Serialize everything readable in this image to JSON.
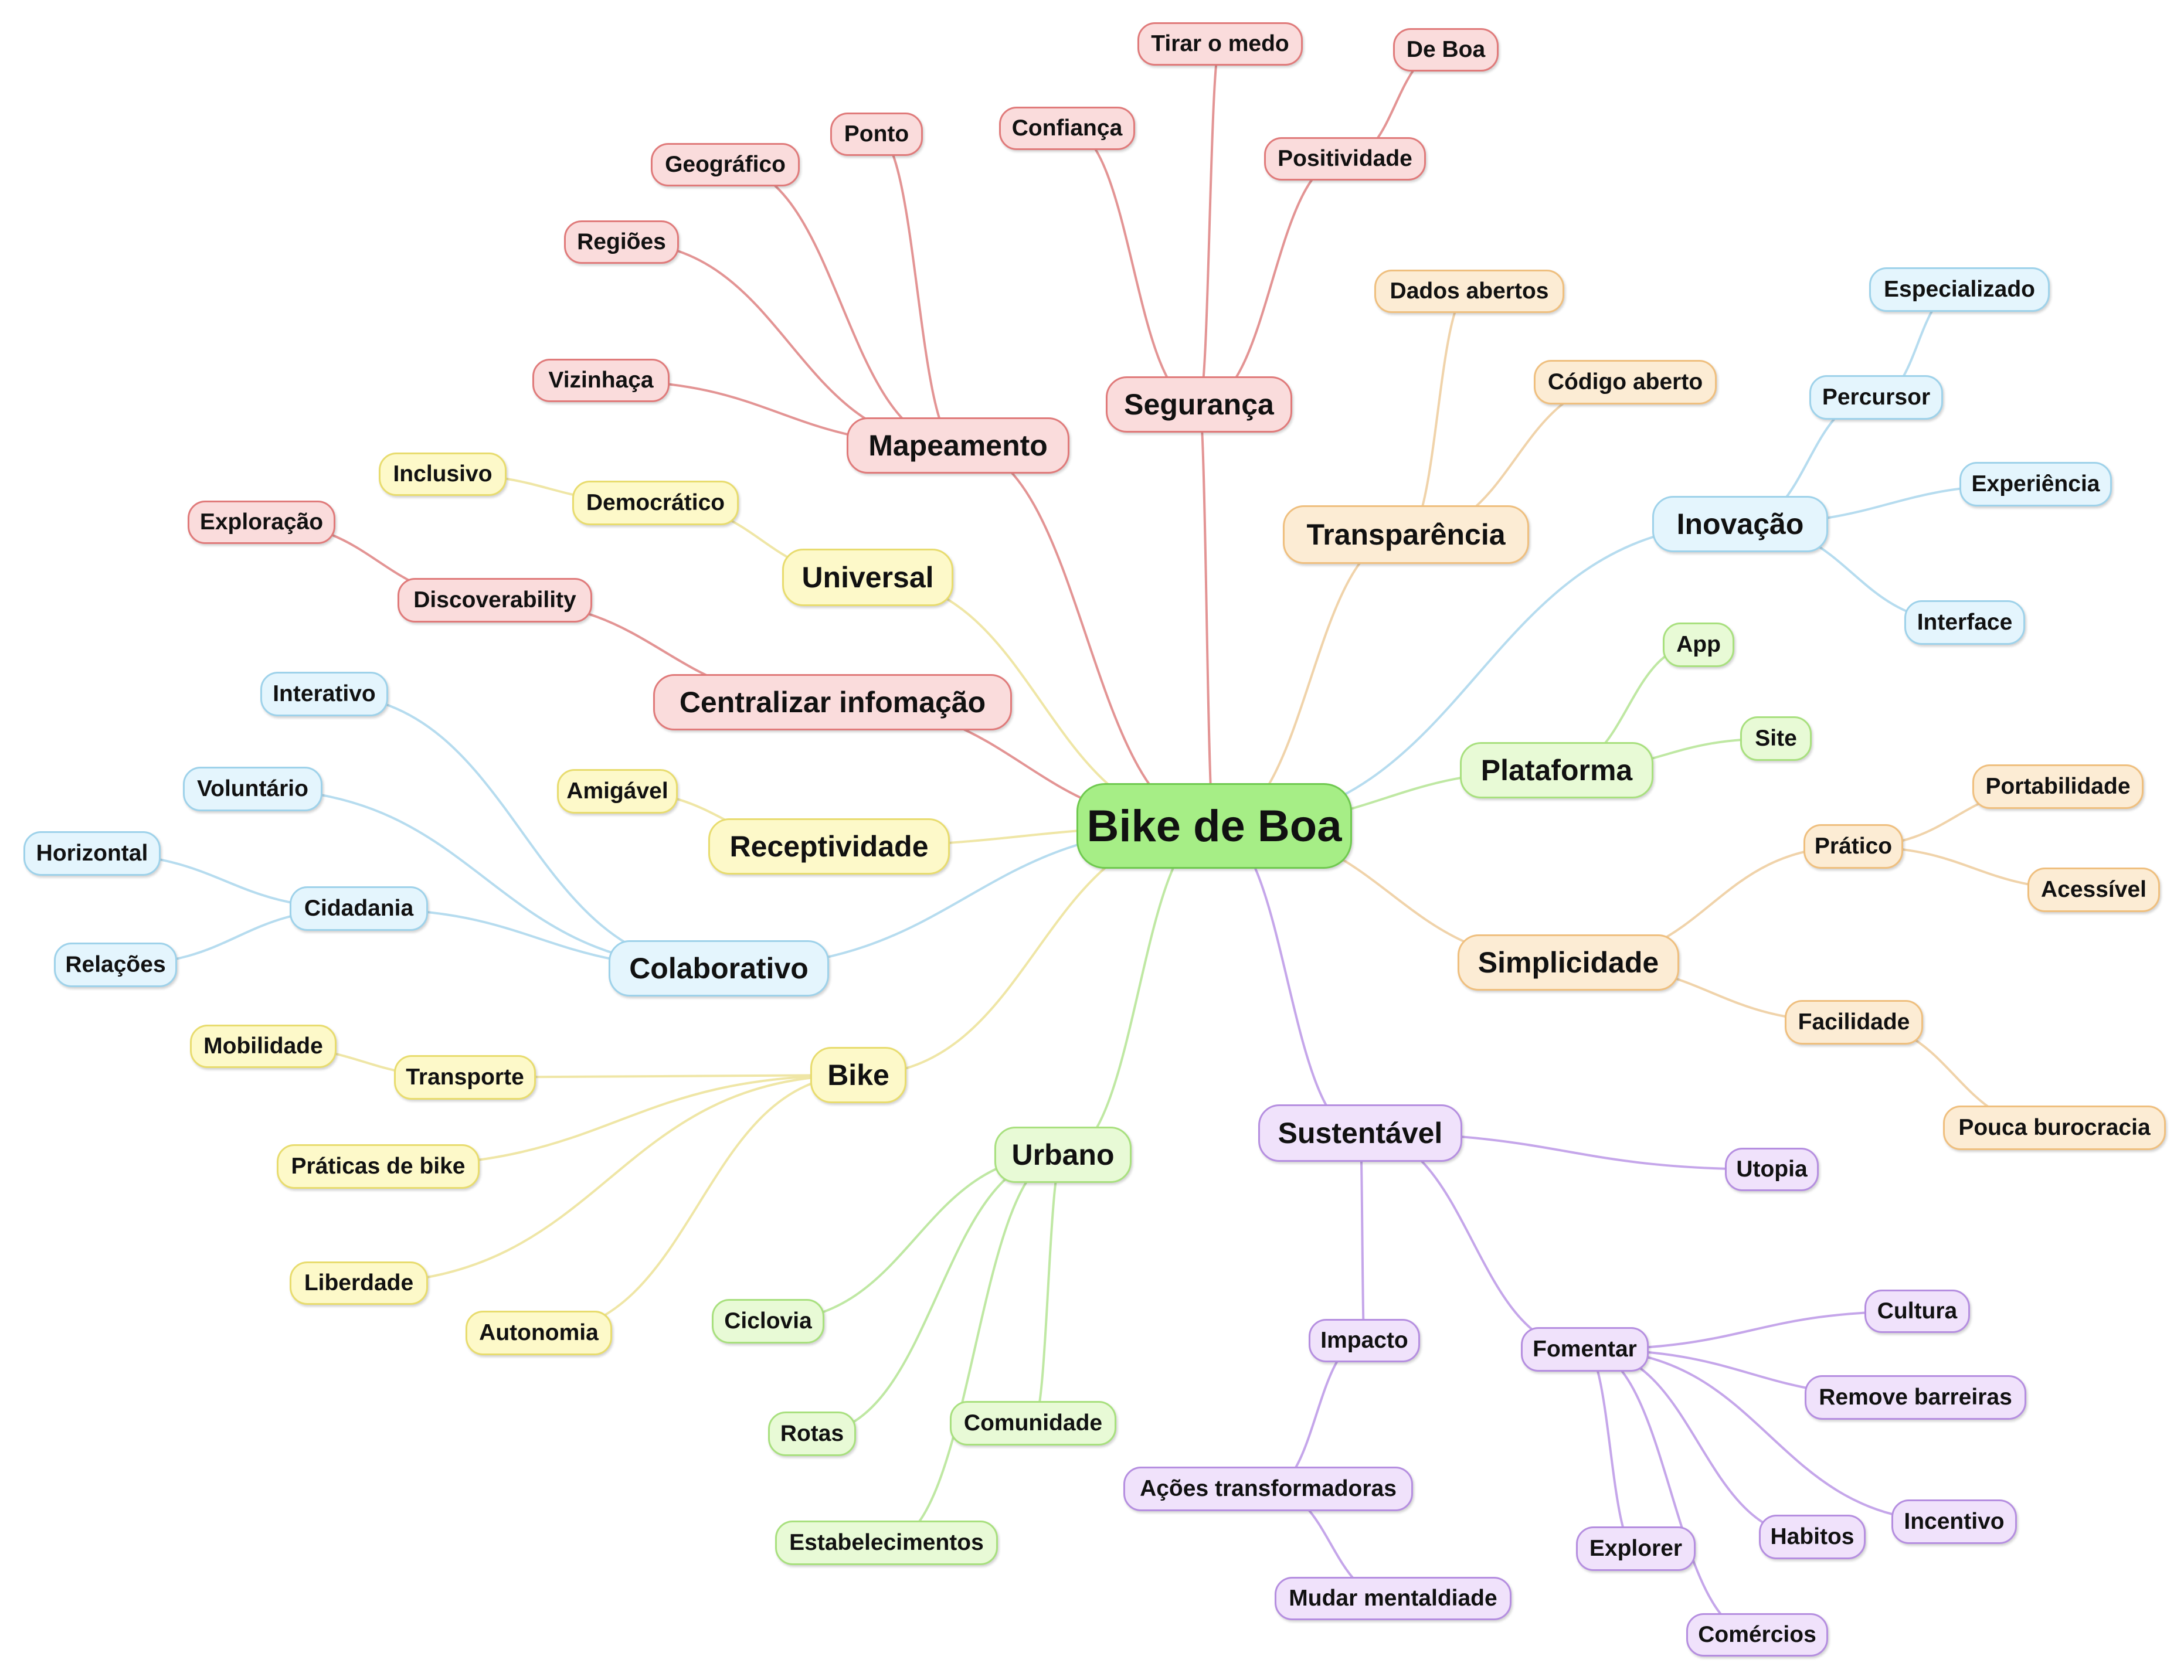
{
  "diagram": {
    "type": "mind-map",
    "colors": {
      "red": {
        "fill": "#fadcdc",
        "stroke": "#e07a7a",
        "line": "#e39494"
      },
      "yellow": {
        "fill": "#fdf9c9",
        "stroke": "#e8dc6e",
        "line": "#efe6a6"
      },
      "orange": {
        "fill": "#fcecd4",
        "stroke": "#efbf7e",
        "line": "#f0d3aa"
      },
      "blue": {
        "fill": "#e4f5fd",
        "stroke": "#9ed2ea",
        "line": "#b6dcef"
      },
      "green": {
        "fill": "#e8fad6",
        "stroke": "#a8e07e",
        "line": "#bfe8a3"
      },
      "purple": {
        "fill": "#f0e2fb",
        "stroke": "#b58ee0",
        "line": "#c5a6ea"
      },
      "root": {
        "fill": "#a6ee86",
        "stroke": "#6fc94f"
      }
    },
    "root": "Bike de Boa",
    "nodes": [
      {
        "id": "root",
        "label": "Bike de Boa"
      },
      {
        "id": "mapeamento",
        "label": "Mapeamento"
      },
      {
        "id": "seguranca",
        "label": "Segurança"
      },
      {
        "id": "transparencia",
        "label": "Transparência"
      },
      {
        "id": "inovacao",
        "label": "Inovação"
      },
      {
        "id": "plataforma",
        "label": "Plataforma"
      },
      {
        "id": "simplicidade",
        "label": "Simplicidade"
      },
      {
        "id": "sustentavel",
        "label": "Sustentável"
      },
      {
        "id": "urbano",
        "label": "Urbano"
      },
      {
        "id": "bike",
        "label": "Bike"
      },
      {
        "id": "colaborativo",
        "label": "Colaborativo"
      },
      {
        "id": "receptividade",
        "label": "Receptividade"
      },
      {
        "id": "centralizar",
        "label": "Centralizar infomação"
      },
      {
        "id": "universal",
        "label": "Universal"
      },
      {
        "id": "regioes",
        "label": "Regiões"
      },
      {
        "id": "geografico",
        "label": "Geográfico"
      },
      {
        "id": "ponto",
        "label": "Ponto"
      },
      {
        "id": "vizinhaca",
        "label": "Vizinhaça"
      },
      {
        "id": "confianca",
        "label": "Confiança"
      },
      {
        "id": "tirar",
        "label": "Tirar o medo"
      },
      {
        "id": "positividade",
        "label": "Positividade"
      },
      {
        "id": "deboa",
        "label": "De Boa"
      },
      {
        "id": "dados",
        "label": "Dados abertos"
      },
      {
        "id": "codigo",
        "label": "Código aberto"
      },
      {
        "id": "percursor",
        "label": "Percursor"
      },
      {
        "id": "especializado",
        "label": "Especializado"
      },
      {
        "id": "experiencia",
        "label": "Experiência"
      },
      {
        "id": "interface",
        "label": "Interface"
      },
      {
        "id": "app",
        "label": "App"
      },
      {
        "id": "site",
        "label": "Site"
      },
      {
        "id": "pratico",
        "label": "Prático"
      },
      {
        "id": "portabilidade",
        "label": "Portabilidade"
      },
      {
        "id": "acessivel",
        "label": "Acessível"
      },
      {
        "id": "facilidade",
        "label": "Facilidade"
      },
      {
        "id": "burocracia",
        "label": "Pouca burocracia"
      },
      {
        "id": "utopia",
        "label": "Utopia"
      },
      {
        "id": "impacto",
        "label": "Impacto"
      },
      {
        "id": "acoes",
        "label": "Ações transformadoras"
      },
      {
        "id": "mudar",
        "label": "Mudar mentaldiade"
      },
      {
        "id": "fomentar",
        "label": "Fomentar"
      },
      {
        "id": "cultura",
        "label": "Cultura"
      },
      {
        "id": "remove",
        "label": "Remove barreiras"
      },
      {
        "id": "incentivo",
        "label": "Incentivo"
      },
      {
        "id": "habitos",
        "label": "Habitos"
      },
      {
        "id": "comercios",
        "label": "Comércios"
      },
      {
        "id": "explorer",
        "label": "Explorer"
      },
      {
        "id": "ciclovia",
        "label": "Ciclovia"
      },
      {
        "id": "rotas",
        "label": "Rotas"
      },
      {
        "id": "comunidade",
        "label": "Comunidade"
      },
      {
        "id": "estabelecimentos",
        "label": "Estabelecimentos"
      },
      {
        "id": "transporte",
        "label": "Transporte"
      },
      {
        "id": "mobilidade",
        "label": "Mobilidade"
      },
      {
        "id": "praticas",
        "label": "Práticas de bike"
      },
      {
        "id": "liberdade",
        "label": "Liberdade"
      },
      {
        "id": "autonomia",
        "label": "Autonomia"
      },
      {
        "id": "interativo",
        "label": "Interativo"
      },
      {
        "id": "voluntario",
        "label": "Voluntário"
      },
      {
        "id": "cidadania",
        "label": "Cidadania"
      },
      {
        "id": "horizontal",
        "label": "Horizontal"
      },
      {
        "id": "relacoes",
        "label": "Relações"
      },
      {
        "id": "amigavel",
        "label": "Amigável"
      },
      {
        "id": "discoverability",
        "label": "Discoverability"
      },
      {
        "id": "exploracao",
        "label": "Exploração"
      },
      {
        "id": "democratico",
        "label": "Democrático"
      },
      {
        "id": "inclusivo",
        "label": "Inclusivo"
      }
    ],
    "edges": [
      [
        "root",
        "mapeamento"
      ],
      [
        "root",
        "seguranca"
      ],
      [
        "root",
        "transparencia"
      ],
      [
        "root",
        "inovacao"
      ],
      [
        "root",
        "plataforma"
      ],
      [
        "root",
        "simplicidade"
      ],
      [
        "root",
        "sustentavel"
      ],
      [
        "root",
        "urbano"
      ],
      [
        "root",
        "bike"
      ],
      [
        "root",
        "colaborativo"
      ],
      [
        "root",
        "receptividade"
      ],
      [
        "root",
        "centralizar"
      ],
      [
        "root",
        "universal"
      ],
      [
        "mapeamento",
        "regioes"
      ],
      [
        "mapeamento",
        "geografico"
      ],
      [
        "mapeamento",
        "ponto"
      ],
      [
        "mapeamento",
        "vizinhaca"
      ],
      [
        "seguranca",
        "confianca"
      ],
      [
        "seguranca",
        "tirar"
      ],
      [
        "seguranca",
        "positividade"
      ],
      [
        "positividade",
        "deboa"
      ],
      [
        "transparencia",
        "dados"
      ],
      [
        "transparencia",
        "codigo"
      ],
      [
        "inovacao",
        "percursor"
      ],
      [
        "percursor",
        "especializado"
      ],
      [
        "inovacao",
        "experiencia"
      ],
      [
        "inovacao",
        "interface"
      ],
      [
        "plataforma",
        "app"
      ],
      [
        "plataforma",
        "site"
      ],
      [
        "simplicidade",
        "pratico"
      ],
      [
        "pratico",
        "portabilidade"
      ],
      [
        "pratico",
        "acessivel"
      ],
      [
        "simplicidade",
        "facilidade"
      ],
      [
        "facilidade",
        "burocracia"
      ],
      [
        "sustentavel",
        "utopia"
      ],
      [
        "sustentavel",
        "impacto"
      ],
      [
        "impacto",
        "acoes"
      ],
      [
        "acoes",
        "mudar"
      ],
      [
        "sustentavel",
        "fomentar"
      ],
      [
        "fomentar",
        "cultura"
      ],
      [
        "fomentar",
        "remove"
      ],
      [
        "fomentar",
        "incentivo"
      ],
      [
        "fomentar",
        "habitos"
      ],
      [
        "fomentar",
        "comercios"
      ],
      [
        "fomentar",
        "explorer"
      ],
      [
        "urbano",
        "ciclovia"
      ],
      [
        "urbano",
        "rotas"
      ],
      [
        "urbano",
        "comunidade"
      ],
      [
        "urbano",
        "estabelecimentos"
      ],
      [
        "bike",
        "transporte"
      ],
      [
        "transporte",
        "mobilidade"
      ],
      [
        "bike",
        "praticas"
      ],
      [
        "bike",
        "liberdade"
      ],
      [
        "bike",
        "autonomia"
      ],
      [
        "colaborativo",
        "interativo"
      ],
      [
        "colaborativo",
        "voluntario"
      ],
      [
        "colaborativo",
        "cidadania"
      ],
      [
        "cidadania",
        "horizontal"
      ],
      [
        "cidadania",
        "relacoes"
      ],
      [
        "receptividade",
        "amigavel"
      ],
      [
        "centralizar",
        "discoverability"
      ],
      [
        "discoverability",
        "exploracao"
      ],
      [
        "universal",
        "democratico"
      ],
      [
        "democratico",
        "inclusivo"
      ]
    ]
  }
}
